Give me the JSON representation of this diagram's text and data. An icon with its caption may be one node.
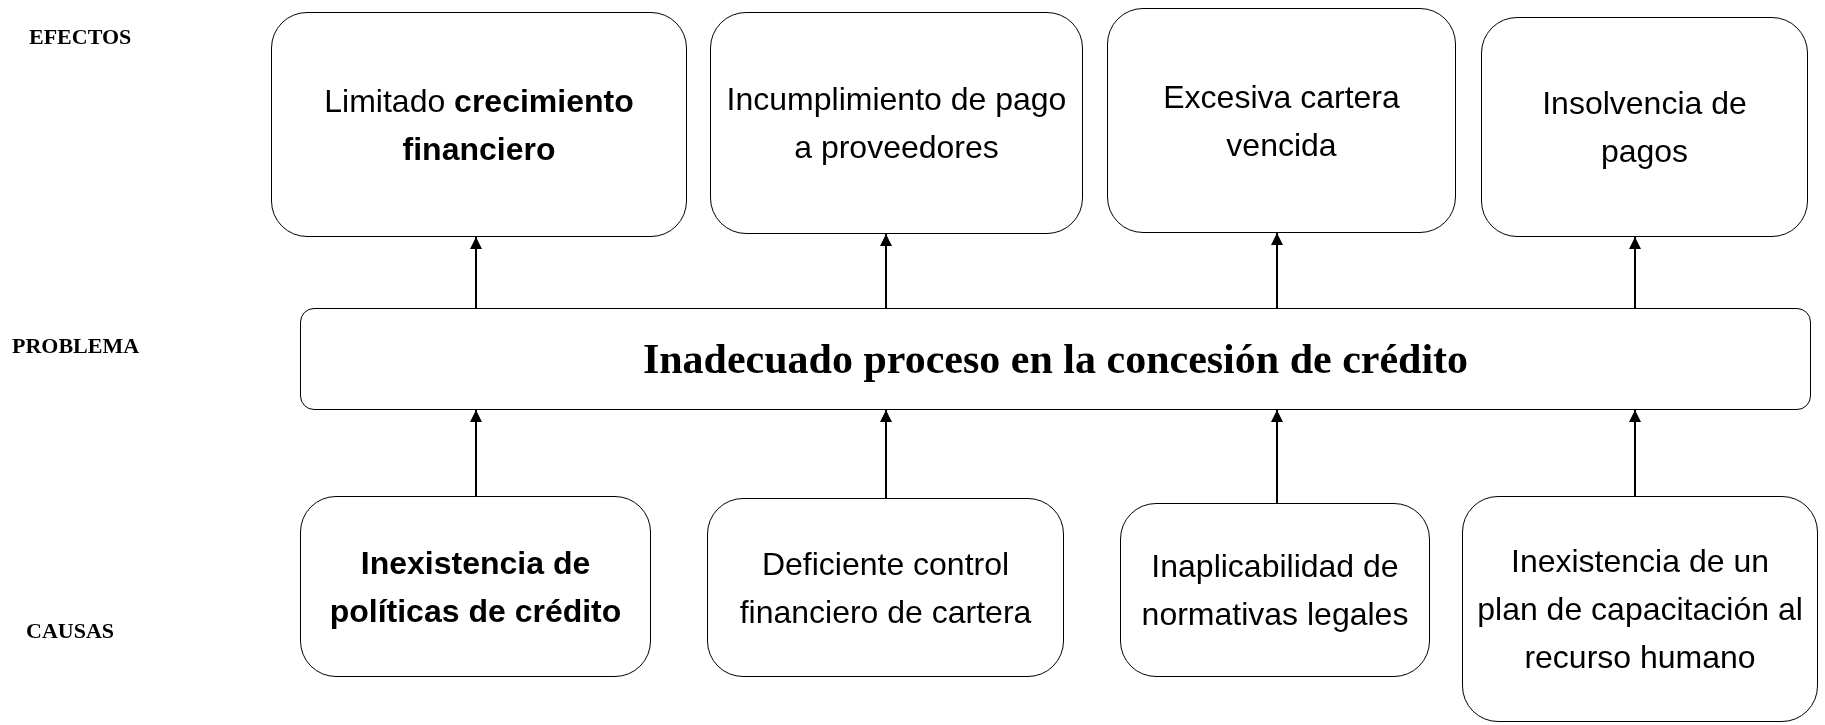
{
  "diagram": {
    "nodes": [
      {
        "text": [
          "Limitado **crecimiento financiero**"
        ]
      },
      {
        "text": [
          "Incumplimiento de pago a proveedores"
        ]
      },
      {
        "text": [
          "Excesiva cartera vencida"
        ]
      },
      {
        "text": [
          "Insolvencia de pagos"
        ]
      },
      {
        "text": [
          "Inadecuado proceso en la concesión de crédito"
        ]
      },
      {
        "text": [
          "Inexistencia de políticas de crédito"
        ]
      },
      {
        "text": [
          "Deficiente control financiero de cartera"
        ]
      },
      {
        "text": [
          "Inaplicabilidad de normativas legales"
        ]
      },
      {
        "text": [
          "Inexistencia de un plan de capacitación al recurso humano"
        ]
      }
    ],
    "edges": [
      {
        "from": 4,
        "to": 0,
        "arrow": "to"
      },
      {
        "from": 4,
        "to": 1,
        "arrow": "to"
      },
      {
        "from": 4,
        "to": 2,
        "arrow": "to"
      },
      {
        "from": 4,
        "to": 3,
        "arrow": "to"
      },
      {
        "from": 5,
        "to": 4,
        "arrow": "to"
      },
      {
        "from": 6,
        "to": 4,
        "arrow": "to"
      },
      {
        "from": 7,
        "to": 4,
        "arrow": "to"
      },
      {
        "from": 8,
        "to": 4,
        "arrow": "to"
      }
    ],
    "labels": [
      "EFECTOS",
      "PROBLEMA",
      "CAUSAS"
    ]
  }
}
